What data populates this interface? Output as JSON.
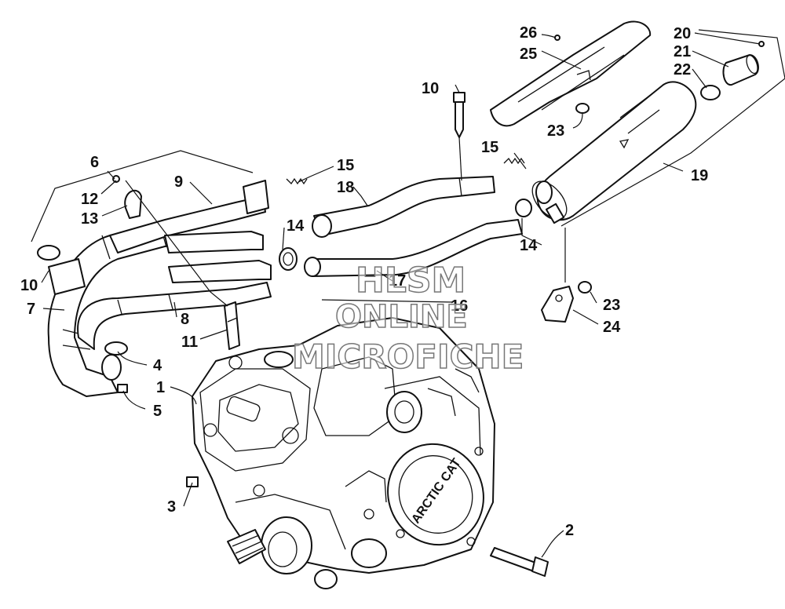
{
  "callouts": {
    "c1": "1",
    "c2": "2",
    "c3": "3",
    "c4": "4",
    "c5": "5",
    "c6": "6",
    "c7": "7",
    "c8": "8",
    "c9": "9",
    "c10a": "10",
    "c10b": "10",
    "c11": "11",
    "c12": "12",
    "c13": "13",
    "c14a": "14",
    "c14b": "14",
    "c15a": "15",
    "c15b": "15",
    "c16": "16",
    "c17": "17",
    "c18": "18",
    "c19": "19",
    "c20": "20",
    "c21": "21",
    "c22": "22",
    "c23a": "23",
    "c23b": "23",
    "c24": "24",
    "c25": "25",
    "c26": "26"
  },
  "engine_label": "ARCTIC CAT",
  "watermark": {
    "line1": "HLSM",
    "line2": "ONLINE",
    "line3": "MICROFICHE"
  }
}
